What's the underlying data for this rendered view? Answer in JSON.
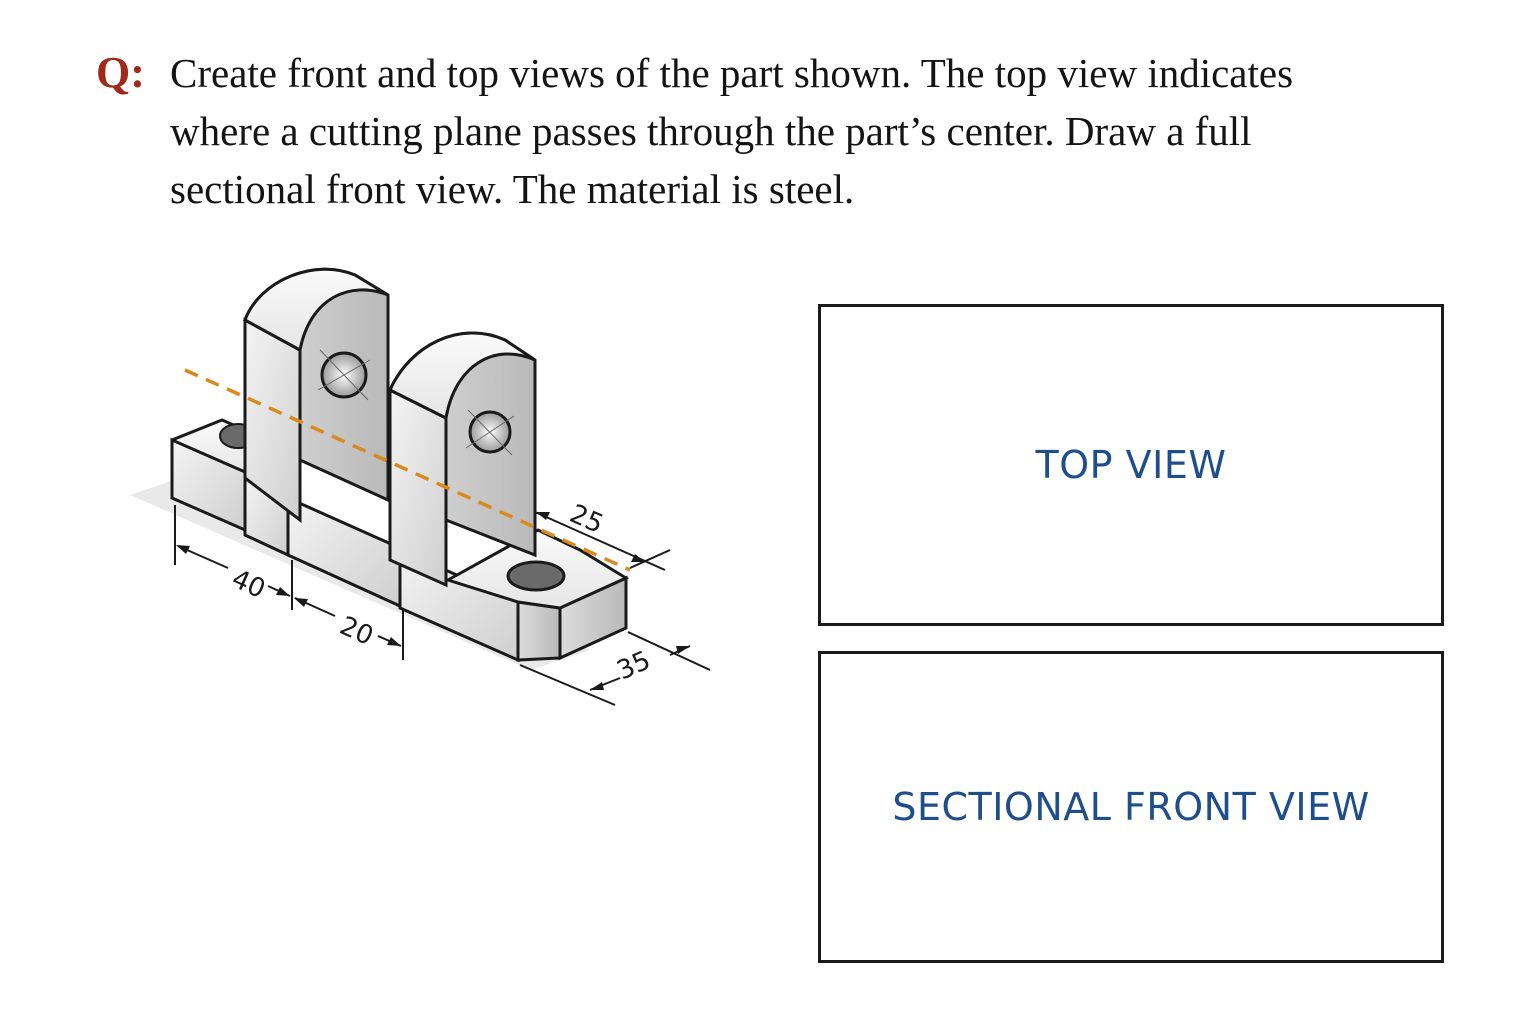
{
  "question": {
    "label": "Q:",
    "lines": [
      "Create front and top views of the part shown. The top view indicates",
      "where a cutting plane passes through the part’s center. Draw a full",
      "sectional front view. The material is steel."
    ]
  },
  "dimensions": {
    "d40": "40",
    "d20": "20",
    "d25": "25",
    "d35": "35"
  },
  "views": {
    "top_label": "TOP VIEW",
    "front_label": "SECTIONAL FRONT VIEW"
  },
  "colors": {
    "q_label": "#9e2a1c",
    "view_label": "#1f4e8c",
    "cutting_plane": "#d98a1e"
  }
}
